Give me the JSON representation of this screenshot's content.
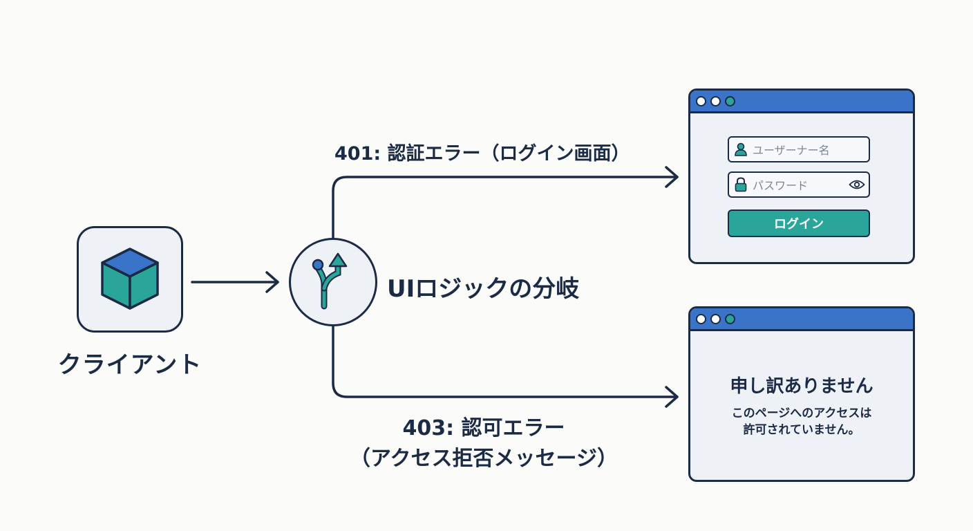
{
  "client": {
    "label": "クライアント",
    "icon": "cube-icon"
  },
  "branch": {
    "label": "UIロジックの分岐",
    "icon": "branch-arrow-icon"
  },
  "edges": {
    "unauthorized_label": "401: 認証エラー（ログイン画面）",
    "forbidden_label_line1": "403: 認可エラー",
    "forbidden_label_line2": "（アクセス拒否メッセージ）"
  },
  "login_window": {
    "username_placeholder": "ユーザーナー名",
    "password_placeholder": "パスワード",
    "login_button": "ログイン",
    "icons": [
      "user-icon",
      "lock-icon",
      "eye-icon"
    ]
  },
  "denied_window": {
    "title": "申し訳ありません",
    "message_line1": "このページへのアクセスは",
    "message_line2": "許可されていません。"
  },
  "colors": {
    "ink": "#1b2a45",
    "accent_blue": "#3a74c9",
    "accent_teal": "#2aa59a",
    "panel": "#eef1f6",
    "background": "#fbfbfa"
  }
}
